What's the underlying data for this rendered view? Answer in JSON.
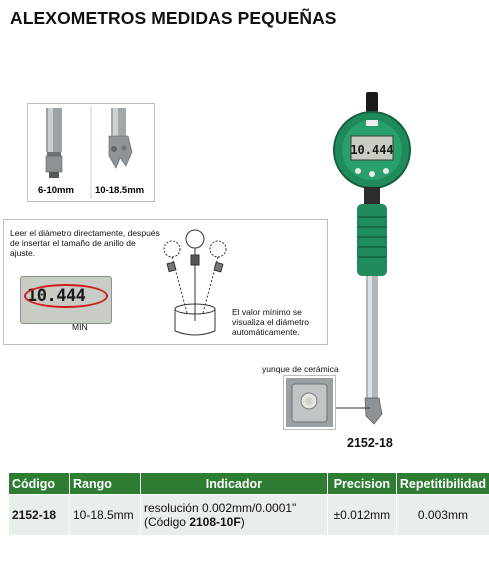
{
  "title": "ALEXOMETROS MEDIDAS PEQUEÑAS",
  "probes": {
    "left_label": "6-10mm",
    "right_label": "10-18.5mm"
  },
  "instructions": {
    "text1": "Leer el diámetro directamente, después de insertar el tamaño de anillo de ajuste.",
    "display_value": "10.444",
    "min_label": "MIN",
    "text2": "El valor mínimo se visualiza el diámetro automáticamente."
  },
  "device": {
    "screen_value": "10.444",
    "model_label": "2152-18"
  },
  "ceramic": {
    "label": "yunque de cerámica"
  },
  "table": {
    "headers": [
      "Código",
      "Rango",
      "Indicador",
      "Precision",
      "Repetitibilidad"
    ],
    "row": {
      "code": "2152-18",
      "range": "10-18.5mm",
      "indicator_line1": "resolución 0.002mm/0.0001\"",
      "indicator_line2_prefix": "(Código ",
      "indicator_line2_bold": "2108-10F",
      "indicator_line2_suffix": ")",
      "precision": "±0.012mm",
      "repeat": "0.003mm"
    }
  },
  "colors": {
    "brand_green": "#2e7d32",
    "device_green": "#1f8a5b"
  }
}
